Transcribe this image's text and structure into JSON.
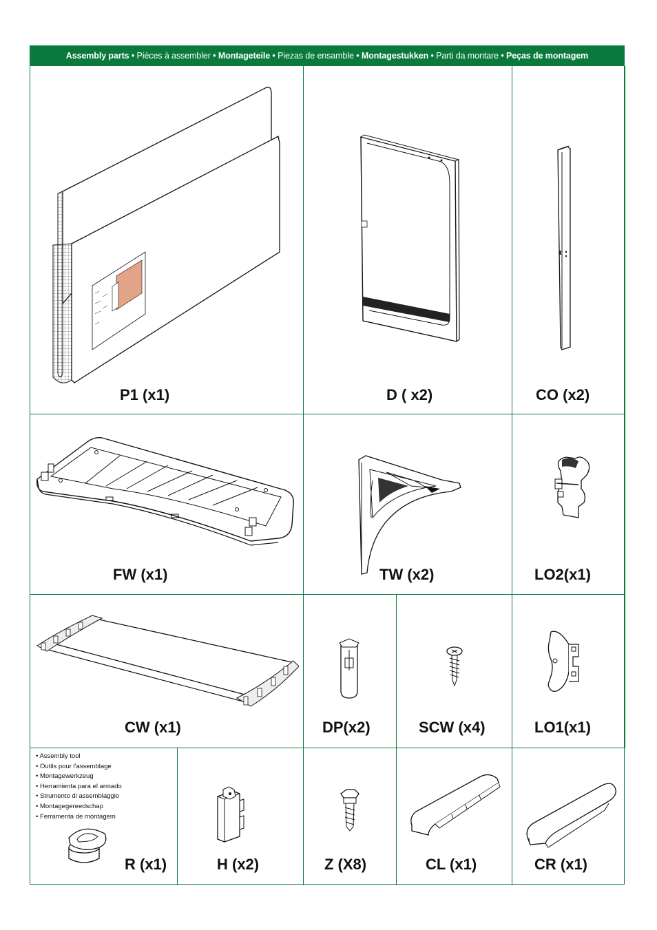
{
  "header": {
    "segments": [
      {
        "text": "Assembly parts",
        "bold": true
      },
      {
        "text": " • ",
        "bold": true
      },
      {
        "text": "Pièces à assembler",
        "bold": false
      },
      {
        "text": " • ",
        "bold": true
      },
      {
        "text": "Montageteile",
        "bold": true
      },
      {
        "text": " • ",
        "bold": true
      },
      {
        "text": "Piezas de ensamble",
        "bold": false
      },
      {
        "text": " • ",
        "bold": true
      },
      {
        "text": "Montagestukken",
        "bold": true
      },
      {
        "text": " • ",
        "bold": true
      },
      {
        "text": "Parti da montare",
        "bold": false
      },
      {
        "text": " • ",
        "bold": true
      },
      {
        "text": "Peças de montagem",
        "bold": true
      }
    ]
  },
  "parts": {
    "p1": "P1 (x1)",
    "d": "D ( x2)",
    "co": "CO (x2)",
    "fw": "FW (x1)",
    "tw": "TW (x2)",
    "lo2": "LO2(x1)",
    "cw": "CW (x1)",
    "dp": "DP(x2)",
    "scw": "SCW (x4)",
    "lo1": "LO1(x1)",
    "r": "R (x1)",
    "h": "H (x2)",
    "z": "Z (X8)",
    "cl": "CL (x1)",
    "cr": "CR (x1)"
  },
  "tool": {
    "items": [
      "Assembly tool",
      "Outils pour l'assemblage",
      "Montagewerkzeug",
      "Herramienta para el armado",
      "Strumento di assemblaggio",
      "Montagegereedschap",
      "Ferramenta de montagem"
    ]
  },
  "colors": {
    "accent": "#0a7a3c",
    "sticker": "#e3a386"
  }
}
